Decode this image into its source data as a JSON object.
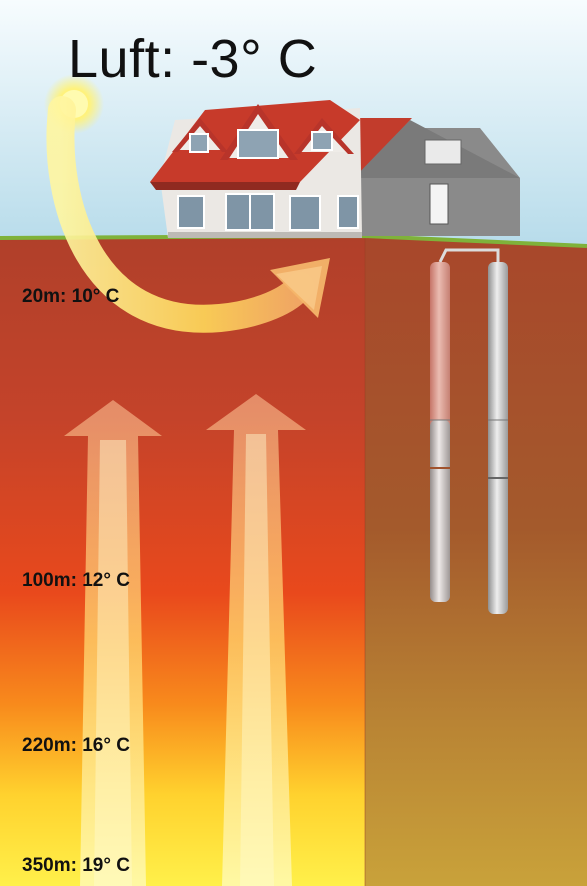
{
  "air_temperature": "Luft: -3° C",
  "depth_readings": [
    {
      "label": "20m: 10° C"
    },
    {
      "label": "100m: 12° C"
    },
    {
      "label": "220m: 16° C"
    },
    {
      "label": "350m: 19° C"
    }
  ],
  "colors": {
    "sky_top": "#f4fbfd",
    "sky_bottom": "#b8dceb",
    "grass": "#7fb23a",
    "soil_top": "#b3412a",
    "soil_mid": "#e84a1c",
    "soil_bottom": "#ffe23a",
    "soil_side": "#a35a2e",
    "arrow_yellow": "#fff27a",
    "sun": "#fff8a0",
    "roof": "#c73a2a",
    "wall": "#e9e6e2",
    "pipe": "#cfcfcf"
  },
  "icons": [
    "sun-icon",
    "house-icon",
    "heat-arrow-icon",
    "geothermal-probe-icon"
  ]
}
